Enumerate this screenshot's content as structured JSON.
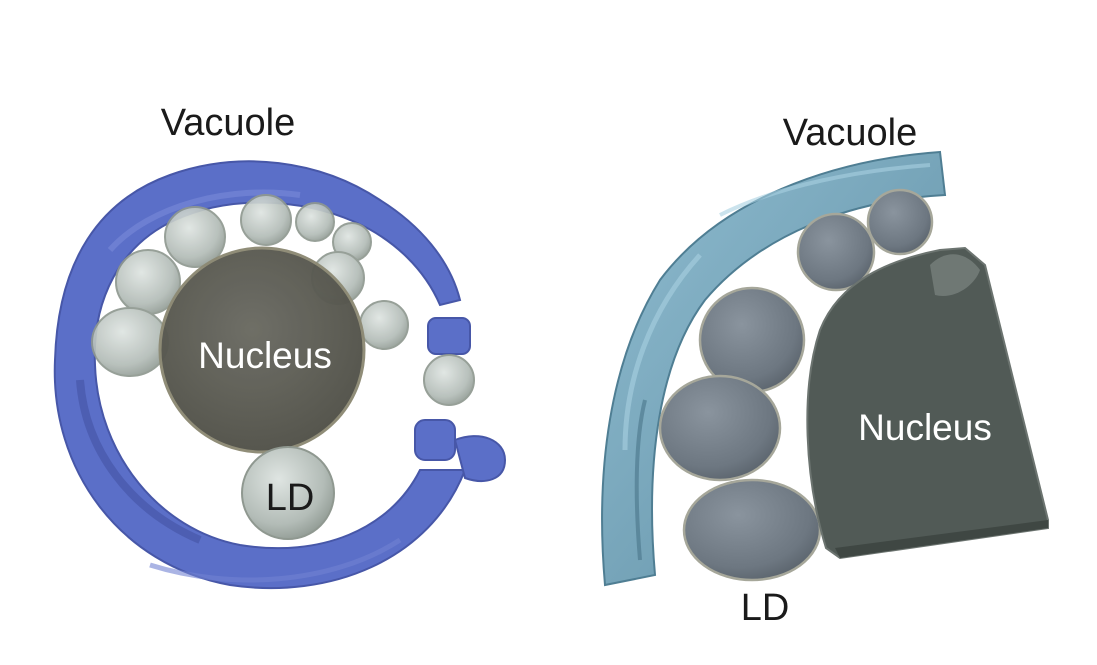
{
  "panels": [
    {
      "id": "left",
      "labels": {
        "vacuole": "Vacuole",
        "nucleus": "Nucleus",
        "ld": "LD"
      },
      "colors": {
        "vacuole": "#5b6fc8",
        "nucleus": "#5e5e55",
        "lipid_droplet": "#b9c2bd"
      }
    },
    {
      "id": "right",
      "labels": {
        "vacuole": "Vacuole",
        "nucleus": "Nucleus",
        "ld": "LD"
      },
      "colors": {
        "vacuole": "#6f9db0",
        "nucleus": "#515a56",
        "lipid_droplet": "#737d87"
      }
    }
  ]
}
